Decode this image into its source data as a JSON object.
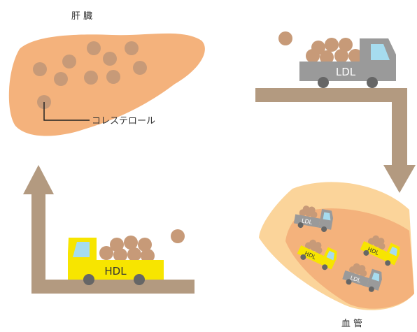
{
  "labels": {
    "liver": "肝 臓",
    "cholesterol": "コレステロール",
    "vessel": "血 管",
    "ldl_truck": "LDL",
    "hdl_truck": "HDL",
    "small_ldl_truck": "LDL",
    "small_hdl_truck": "HDL"
  },
  "colors": {
    "liver_fill": "#f4b27c",
    "cholesterol_ball": "#c79a78",
    "arrow": "#b39a80",
    "ldl_truck_body": "#9a9a9a",
    "ldl_truck_window": "#a6dcef",
    "hdl_truck_body": "#f7e500",
    "wheel": "#666666",
    "vessel_outer": "#fbd49a",
    "vessel_inner": "#f4b27c"
  }
}
